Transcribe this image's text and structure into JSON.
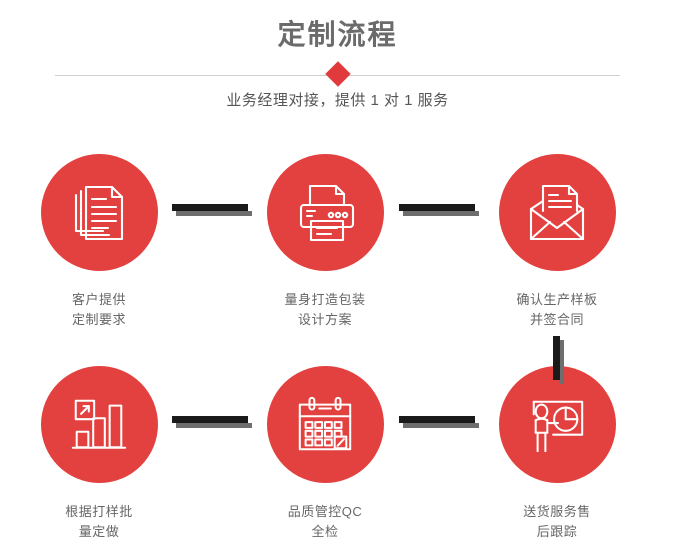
{
  "header": {
    "title": "定制流程",
    "subtitle": "业务经理对接，提供 1 对 1 服务",
    "divider_icon": "diamond-marker",
    "accent_color": "#e2413f",
    "title_color": "#6b6b6b",
    "line_color": "#cfcfcf"
  },
  "flow": {
    "connector_color": "#1a1a1a",
    "connector_shadow_color": "#6e6e6e",
    "steps": [
      {
        "index": 1,
        "icon": "documents-stack-icon",
        "caption_line1": "客户提供",
        "caption_line2": "定制要求"
      },
      {
        "index": 2,
        "icon": "printer-icon",
        "caption_line1": "量身打造包装",
        "caption_line2": "设计方案"
      },
      {
        "index": 3,
        "icon": "envelope-document-icon",
        "caption_line1": "确认生产样板",
        "caption_line2": "并签合同"
      },
      {
        "index": 4,
        "icon": "bar-chart-growth-icon",
        "caption_line1": "根据打样批",
        "caption_line2": "量定做"
      },
      {
        "index": 5,
        "icon": "calendar-check-icon",
        "caption_line1": "品质管控QC",
        "caption_line2": "全检"
      },
      {
        "index": 6,
        "icon": "presenter-pie-chart-icon",
        "caption_line1": "送货服务售",
        "caption_line2": "后跟踪"
      }
    ]
  }
}
